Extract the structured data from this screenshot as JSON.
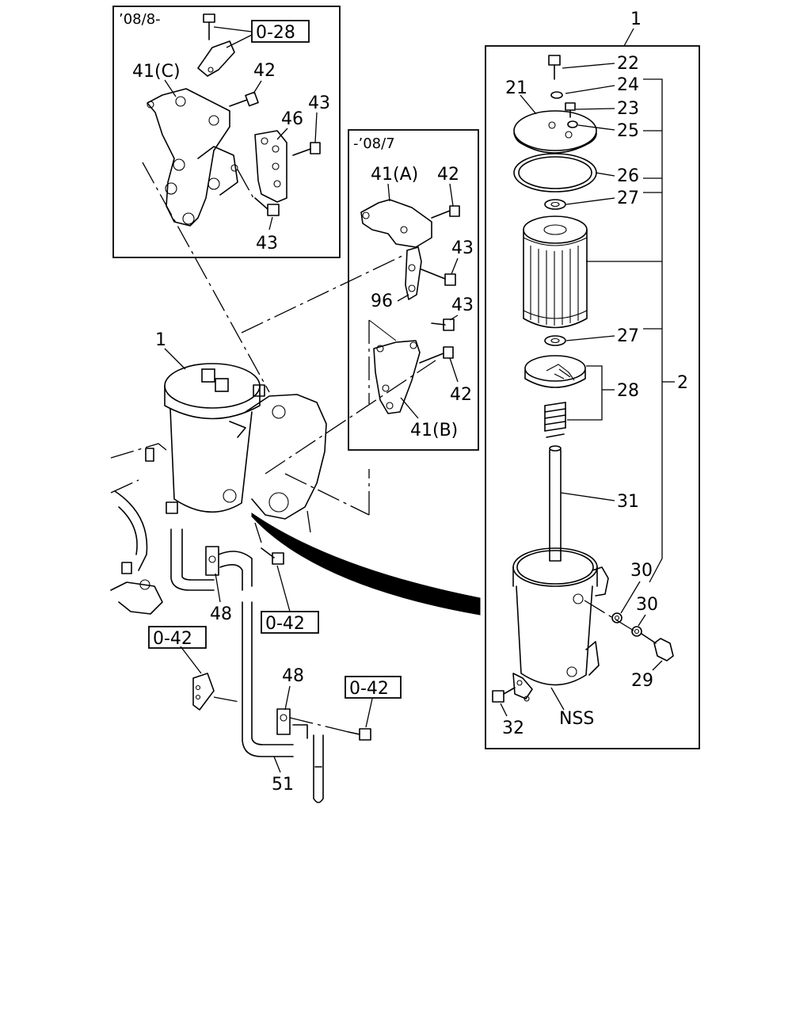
{
  "insets": {
    "new_type": {
      "label": "’08/8-",
      "callouts": [
        "41(C)",
        "42",
        "43",
        "46",
        "43"
      ],
      "ref_box": "0-28"
    },
    "old_type": {
      "label": "-’08/7",
      "callouts": [
        "41(A)",
        "42",
        "43",
        "96",
        "43",
        "42",
        "41(B)"
      ]
    }
  },
  "main": {
    "callouts": [
      "1",
      "48",
      "48",
      "51"
    ],
    "ref_boxes": [
      "0-42",
      "0-42",
      "0-42"
    ]
  },
  "exploded": {
    "assembly_label": "1",
    "kit_label": "2",
    "callouts": [
      "22",
      "21",
      "24",
      "23",
      "25",
      "26",
      "27",
      "27",
      "28",
      "31",
      "30",
      "30",
      "29",
      "32",
      "NSS"
    ]
  },
  "colors": {
    "line": "#000000",
    "background": "#ffffff"
  }
}
